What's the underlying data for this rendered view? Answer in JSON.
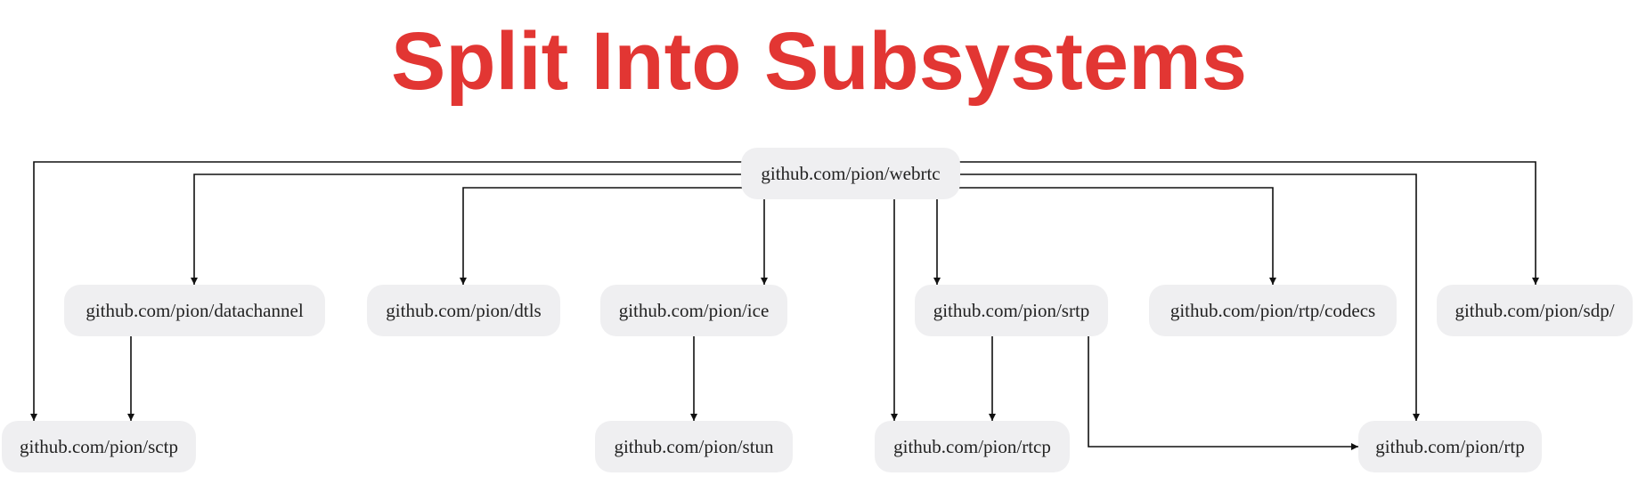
{
  "title": "Split Into Subsystems",
  "nodes": {
    "webrtc": "github.com/pion/webrtc",
    "datachannel": "github.com/pion/datachannel",
    "dtls": "github.com/pion/dtls",
    "ice": "github.com/pion/ice",
    "srtp": "github.com/pion/srtp",
    "rtp_codecs": "github.com/pion/rtp/codecs",
    "sdp": "github.com/pion/sdp/",
    "sctp": "github.com/pion/sctp",
    "stun": "github.com/pion/stun",
    "rtcp": "github.com/pion/rtcp",
    "rtp": "github.com/pion/rtp"
  },
  "edges": [
    {
      "from": "webrtc",
      "to": "sctp"
    },
    {
      "from": "webrtc",
      "to": "datachannel"
    },
    {
      "from": "webrtc",
      "to": "dtls"
    },
    {
      "from": "webrtc",
      "to": "ice"
    },
    {
      "from": "webrtc",
      "to": "rtcp"
    },
    {
      "from": "webrtc",
      "to": "srtp"
    },
    {
      "from": "webrtc",
      "to": "rtp_codecs"
    },
    {
      "from": "webrtc",
      "to": "rtp"
    },
    {
      "from": "webrtc",
      "to": "sdp"
    },
    {
      "from": "datachannel",
      "to": "sctp"
    },
    {
      "from": "ice",
      "to": "stun"
    },
    {
      "from": "srtp",
      "to": "rtcp"
    },
    {
      "from": "srtp",
      "to": "rtp"
    }
  ],
  "colors": {
    "title": "#e23633",
    "node_fill": "#efeff1",
    "edge": "#111111"
  }
}
